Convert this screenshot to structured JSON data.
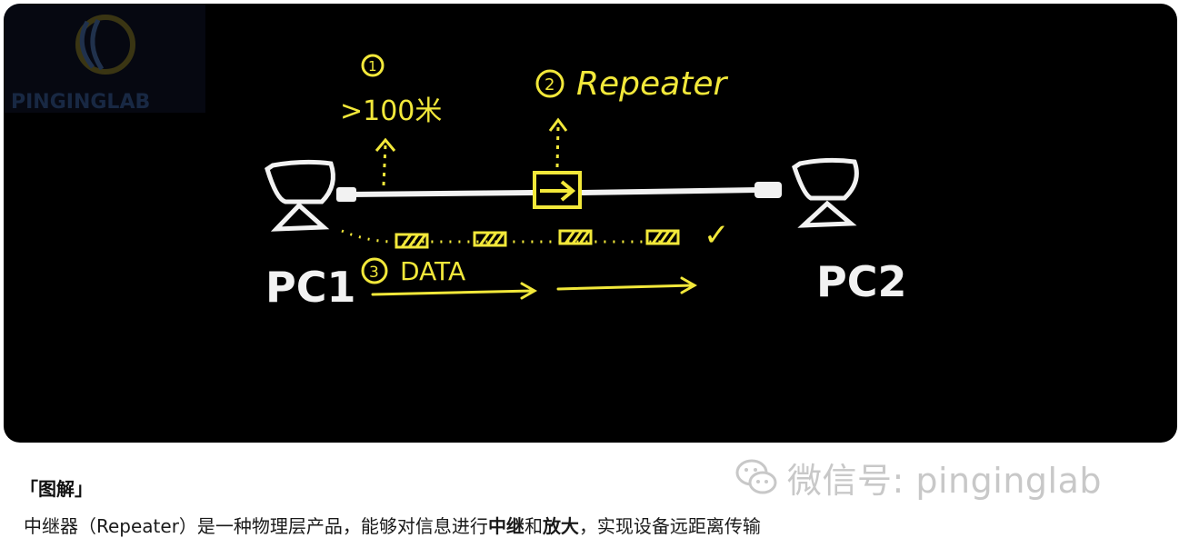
{
  "diagram": {
    "watermark_logo_text": "PINGINGLAB",
    "labels": {
      "marker_1": "1",
      "distance": ">100米",
      "marker_2": "2",
      "repeater": "Repeater",
      "marker_3": "3",
      "data": "DATA",
      "pc1": "PC1",
      "pc2": "PC2",
      "check": "✓"
    },
    "colors": {
      "board": "#000000",
      "chalk_white": "#f2f2f2",
      "chalk_yellow": "#f2e83a"
    },
    "icons": [
      "pc1-monitor-icon",
      "pc2-monitor-icon",
      "repeater-box-icon",
      "check-mark-icon"
    ]
  },
  "caption": {
    "title": "「图解」",
    "body_part1": "中继器（Repeater）是一种物理层产品，能够对信息进行",
    "bold1": "中继",
    "body_part2": "和",
    "bold2": "放大",
    "body_part3": "，实现设备远距离传输"
  },
  "wechat": {
    "text": "微信号: pinginglab",
    "icon": "wechat-icon"
  }
}
